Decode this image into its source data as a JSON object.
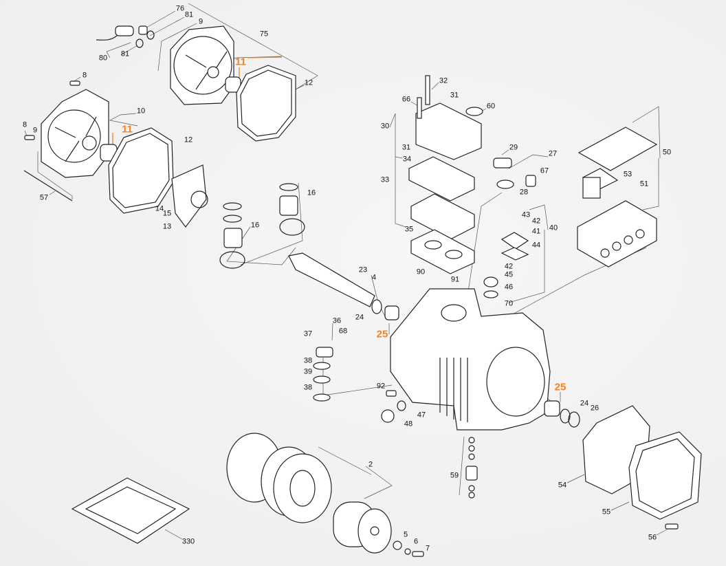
{
  "diagram": {
    "type": "exploded-parts-diagram",
    "highlight_color": "#f58220",
    "callouts": [
      "76",
      "81",
      "9",
      "75",
      "80",
      "81",
      "11",
      "12",
      "8",
      "10",
      "8",
      "9",
      "11",
      "12",
      "57",
      "14",
      "15",
      "13",
      "16",
      "16",
      "32",
      "66",
      "31",
      "60",
      "30",
      "31",
      "29",
      "27",
      "67",
      "28",
      "34",
      "33",
      "35",
      "50",
      "53",
      "51",
      "43",
      "42",
      "41",
      "40",
      "44",
      "23",
      "4",
      "90",
      "91",
      "42",
      "45",
      "46",
      "70",
      "24",
      "25",
      "36",
      "68",
      "37",
      "38",
      "39",
      "38",
      "92",
      "25",
      "24",
      "26",
      "47",
      "48",
      "2",
      "59",
      "54",
      "55",
      "56",
      "5",
      "6",
      "7",
      "330"
    ],
    "highlighted_parts": [
      "11",
      "25"
    ]
  }
}
